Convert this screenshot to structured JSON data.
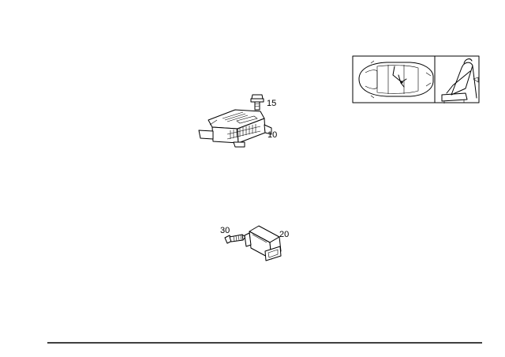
{
  "diagram": {
    "parts": [
      {
        "callout": "10",
        "icon": "control-unit-icon"
      },
      {
        "callout": "15",
        "icon": "bolt-icon"
      },
      {
        "callout": "20",
        "icon": "sensor-icon"
      },
      {
        "callout": "30",
        "icon": "screw-icon"
      }
    ],
    "locator_icons": [
      "car-top-view-icon",
      "seat-belt-icon"
    ]
  }
}
